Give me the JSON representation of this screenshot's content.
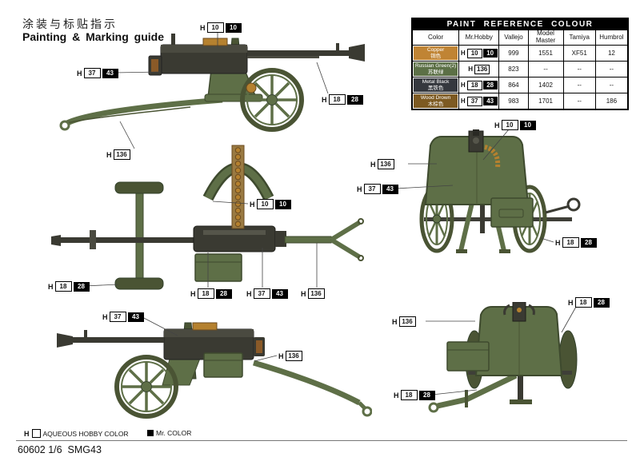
{
  "header": {
    "title_cn": "涂装与标贴指示",
    "title_en": "Painting & Marking guide"
  },
  "paint_table": {
    "title": "PAINT REFERENCE COLOUR",
    "h_prefix": "H",
    "headers": [
      "Color",
      "Mr.Hobby",
      "Vallejo",
      "Model Master",
      "Tamiya",
      "Humbrol"
    ],
    "rows": [
      {
        "name": "Copper",
        "name_cn": "铜色",
        "swatch": "#c08434",
        "aqueous": "10",
        "mr_color": "10",
        "vallejo": "999",
        "model_master": "1551",
        "tamiya": "XF51",
        "humbrol": "12"
      },
      {
        "name": "Russian Green(2)",
        "name_cn": "苏联绿",
        "swatch": "#5c7046",
        "aqueous": "136",
        "mr_color": "",
        "vallejo": "823",
        "model_master": "--",
        "tamiya": "--",
        "humbrol": "--"
      },
      {
        "name": "Metal Black",
        "name_cn": "黑铁色",
        "swatch": "#35383e",
        "aqueous": "18",
        "mr_color": "28",
        "vallejo": "864",
        "model_master": "1402",
        "tamiya": "--",
        "humbrol": "--"
      },
      {
        "name": "Wood Drown",
        "name_cn": "木棕色",
        "swatch": "#7d5a22",
        "aqueous": "37",
        "mr_color": "43",
        "vallejo": "983",
        "model_master": "1701",
        "tamiya": "--",
        "humbrol": "186"
      }
    ]
  },
  "footer": {
    "h_prefix": "H",
    "aqueous_label": "AQUEOUS HOBBY COLOR",
    "mr_color_label": "Mr. COLOR",
    "product_code": "60602 1/6  SMG43"
  },
  "illustration_palette": {
    "carriage_green": "#5e6f47",
    "carriage_green_dark": "#4a5434",
    "gun_metal_dark": "#3a3a32",
    "copper_ammo": "#b5812f",
    "wood_brown": "#8a5a28"
  }
}
